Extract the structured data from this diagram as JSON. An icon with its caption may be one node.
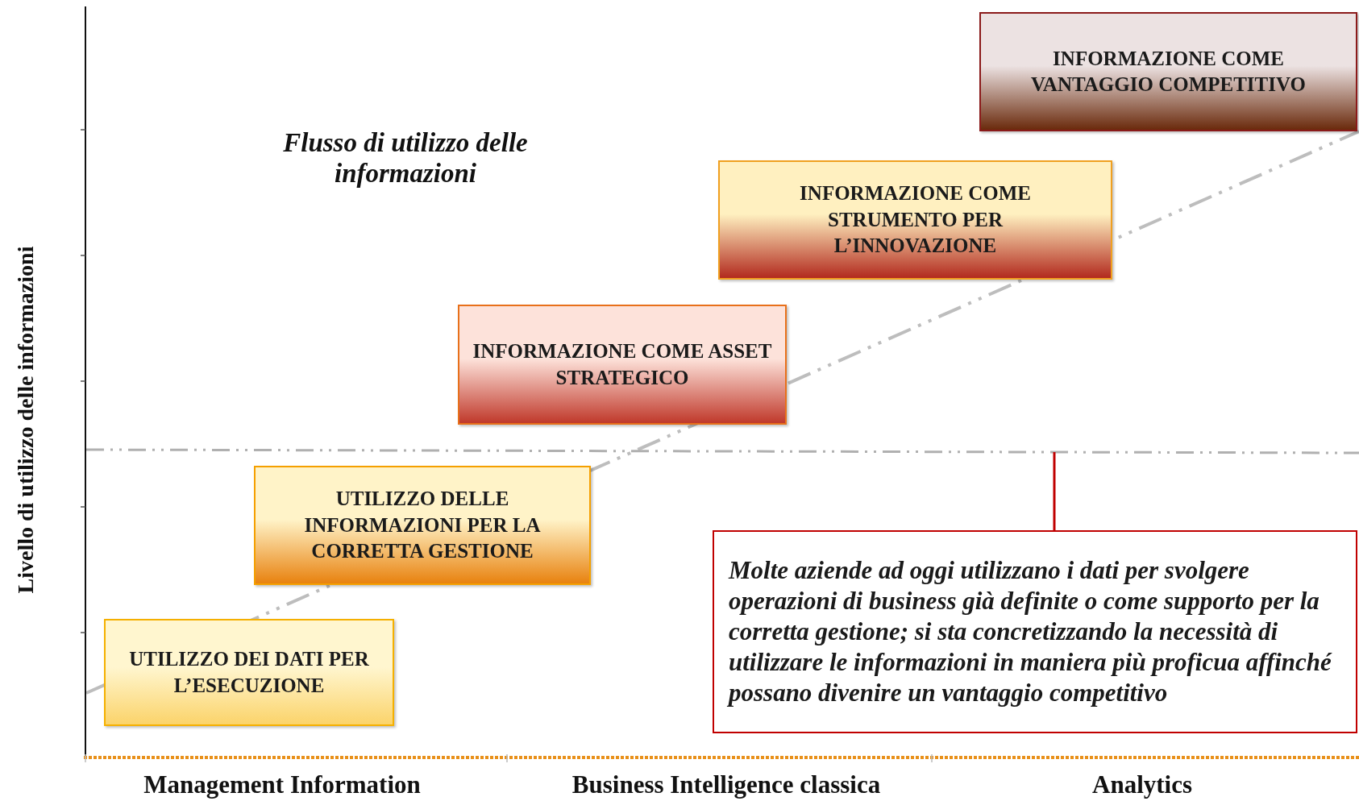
{
  "diagram": {
    "nodes": [
      {
        "text": [
          "UTILIZZO DEI DATI PER L’ESECUZIONE"
        ]
      },
      {
        "text": [
          "UTILIZZO DELLE INFORMAZIONI PER LA CORRETTA GESTIONE"
        ]
      },
      {
        "text": [
          "INFORMAZIONE COME ASSET STRATEGICO"
        ]
      },
      {
        "text": [
          "INFORMAZIONE COME STRUMENTO PER L’INNOVAZIONE"
        ]
      },
      {
        "text": [
          "INFORMAZIONE COME VANTAGGIO COMPETITIVO"
        ]
      },
      {
        "text": [
          "Molte aziende ad oggi utilizzano i dati per svolgere operazioni di business già definite o come supporto per la corretta gestione; si sta concretizzando la necessità di utilizzare le informazioni in maniera più proficua affinché possano divenire un vantaggio competitivo"
        ]
      },
      {
        "text": [],
        "shape": "line"
      }
    ],
    "edges": [
      {
        "from": 5,
        "to": 6,
        "arrow": "none",
        "color": "#c00000"
      }
    ],
    "labels": [
      "Flusso di utilizzo delle informazioni",
      "Livello di utilizzo delle informazioni",
      "Management Information",
      "Business Intelligence classica",
      "Analytics"
    ]
  }
}
